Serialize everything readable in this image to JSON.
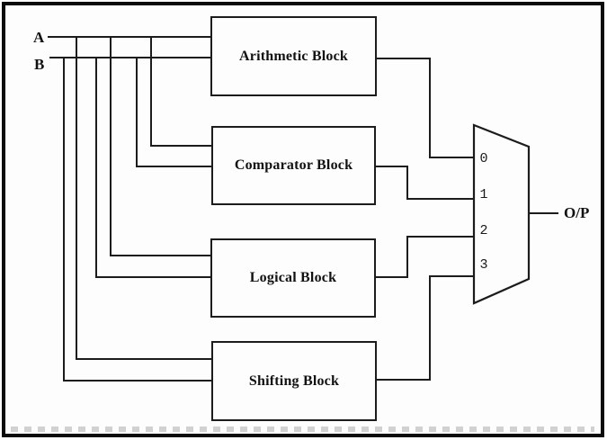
{
  "inputs": {
    "a": "A",
    "b": "B"
  },
  "blocks": [
    {
      "label": "Arithmetic Block"
    },
    {
      "label": "Comparator Block"
    },
    {
      "label": "Logical Block"
    },
    {
      "label": "Shifting Block"
    }
  ],
  "mux": {
    "input_labels": [
      "0",
      "1",
      "2",
      "3"
    ]
  },
  "output": {
    "label": "O/P"
  },
  "colors": {
    "line": "#1c1c1c",
    "background": "#fdfdfd",
    "frame": "#0b0b0b",
    "dash_artifact": "#c9c9c9"
  }
}
